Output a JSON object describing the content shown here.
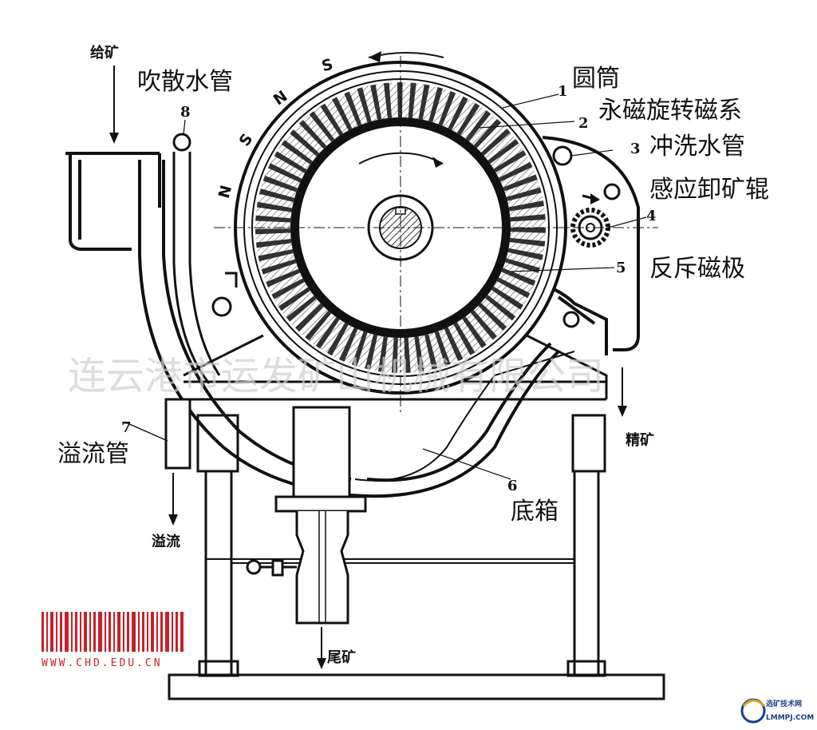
{
  "labels": {
    "feed": "给矿",
    "blow_pipe": "吹散水管",
    "drum": "圆筒",
    "magnet_system": "永磁旋转磁系",
    "wash_pipe": "冲洗水管",
    "unload_roller": "感应卸矿辊",
    "reverse_pole": "反斥磁极",
    "overflow_pipe": "溢流管",
    "overflow": "溢流",
    "tank": "底箱",
    "concentrate": "精矿",
    "tailings": "尾矿"
  },
  "numbers": {
    "n1": "1",
    "n2": "2",
    "n3": "3",
    "n4": "4",
    "n5": "5",
    "n6": "6",
    "n7": "7",
    "n8": "8"
  },
  "poles": [
    "S",
    "N",
    "S",
    "N"
  ],
  "watermark": "连云港市运发矿山机械有限公司",
  "stamp_url": "WWW.CHD.EDU.CN",
  "logo_text": {
    "top": "选矿技术网",
    "bottom": "LMMPJ.COM"
  },
  "colors": {
    "line": "#111111",
    "stamp": "#c8202a",
    "logo": "#1a3f8c",
    "watermark": "#d0d0d0"
  }
}
